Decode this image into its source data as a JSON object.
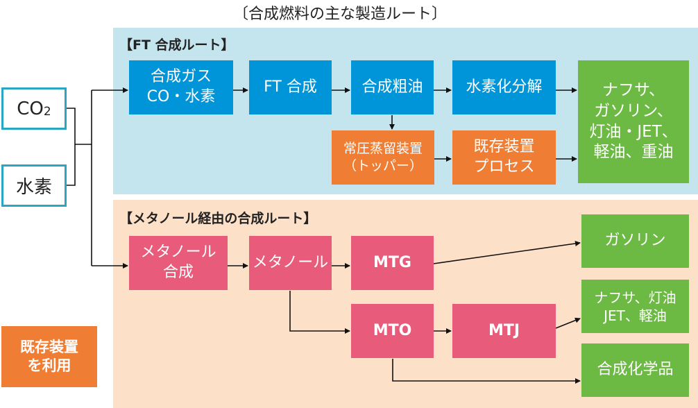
{
  "title": "〔合成燃料の主な製造ルート〕",
  "sources": {
    "co2": "CO",
    "co2_sub": "2",
    "hydrogen": "水素"
  },
  "ft_route": {
    "title": "【FT 合成ルート】",
    "syngas": "合成ガス\nCO・水素",
    "ft_synthesis": "FT 合成",
    "crude": "合成粗油",
    "hydrocracking": "水素化分解",
    "topper": "常圧蒸留装置\n（トッパー）",
    "existing_process": "既存装置\nプロセス",
    "products": "ナフサ、\nガソリン、\n灯油・JET、\n軽油、重油"
  },
  "methanol_route": {
    "title": "【メタノール経由の合成ルート】",
    "methanol_synthesis": "メタノール\n合成",
    "methanol": "メタノール",
    "mtg": "MTG",
    "mto": "MTO",
    "mtj": "MTJ",
    "gasoline": "ガソリン",
    "naphtha": "ナフサ、灯油\nJET、軽油",
    "chemicals": "合成化学品"
  },
  "legend": {
    "existing": "既存装置\nを利用"
  },
  "colors": {
    "blue": "#0095d8",
    "orange": "#ef7d34",
    "green": "#6cb944",
    "pink": "#e85b7a",
    "ft_bg": "#c4e4ee",
    "methanol_bg": "#fde0c8"
  }
}
